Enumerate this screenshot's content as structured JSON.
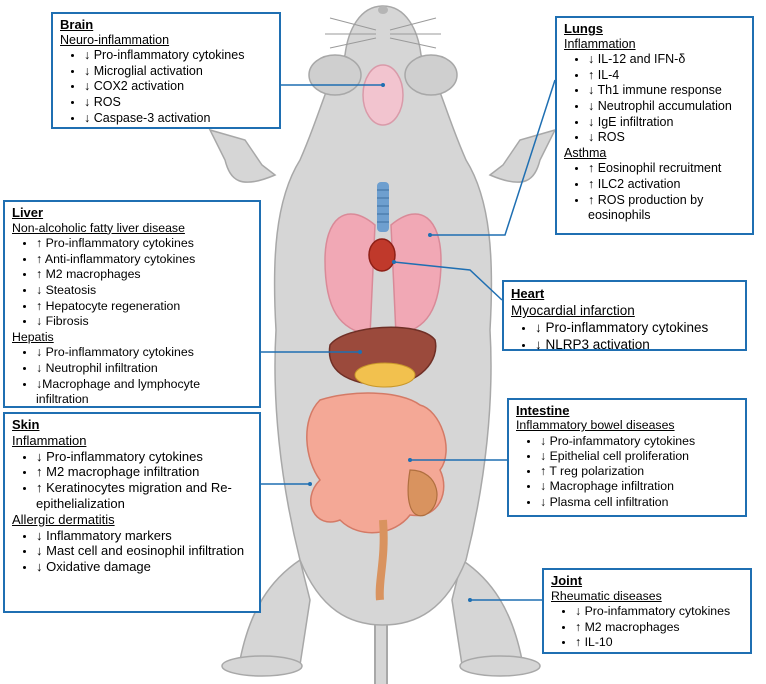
{
  "colors": {
    "box_border": "#1f6fb2",
    "leader_line": "#1f6fb2",
    "mouse_body": "#d6d6d6",
    "mouse_outline": "#a8a8a8"
  },
  "icons": [
    "mouse-illustration",
    "brain-icon",
    "lungs-icon",
    "heart-icon",
    "liver-icon",
    "intestine-icon",
    "trachea-icon"
  ],
  "boxes": {
    "brain": {
      "title": "Brain",
      "sections": [
        {
          "heading": "Neuro-inflammation",
          "items": [
            "↓ Pro-inflammatory cytokines",
            "↓ Microglial activation",
            "↓ COX2 activation",
            "↓ ROS",
            "↓ Caspase-3 activation"
          ]
        }
      ]
    },
    "lungs": {
      "title": "Lungs",
      "sections": [
        {
          "heading": "Inflammation",
          "items": [
            "↓ IL-12 and IFN-δ",
            "↑ IL-4",
            "↓ Th1 immune response",
            "↓ Neutrophil accumulation",
            "↓ IgE infiltration",
            "↓ ROS"
          ]
        },
        {
          "heading": "Asthma",
          "items": [
            "↑ Eosinophil recruitment",
            "↑ ILC2 activation",
            "↑ ROS production by eosinophils"
          ]
        }
      ]
    },
    "liver": {
      "title": "Liver",
      "sections": [
        {
          "heading": "Non-alcoholic fatty liver disease",
          "items": [
            "↑ Pro-inflammatory cytokines",
            "↑ Anti-inflammatory cytokines",
            "↑ M2 macrophages",
            "↓ Steatosis",
            "↑ Hepatocyte regeneration",
            "↓ Fibrosis"
          ]
        },
        {
          "heading": "Hepatis",
          "items": [
            "↓ Pro-inflammatory cytokines",
            "↓ Neutrophil infiltration",
            "↓Macrophage and lymphocyte infiltration"
          ]
        }
      ]
    },
    "heart": {
      "title": "Heart",
      "sections": [
        {
          "heading": "Myocardial infarction",
          "items": [
            "↓ Pro-inflammatory cytokines",
            "↓ NLRP3 activation"
          ]
        }
      ]
    },
    "skin": {
      "title": "Skin",
      "sections": [
        {
          "heading": "Inflammation",
          "items": [
            "↓ Pro-inflammatory cytokines",
            "↑ M2 macrophage infiltration",
            "↑ Keratinocytes migration and Re-epithelialization"
          ]
        },
        {
          "heading": "Allergic dermatitis",
          "items": [
            "↓ Inflammatory markers",
            "↓ Mast cell and eosinophil infiltration",
            "↓ Oxidative damage"
          ]
        }
      ]
    },
    "intestine": {
      "title": "Intestine",
      "sections": [
        {
          "heading": "Inflammatory bowel diseases",
          "items": [
            "↓ Pro-infammatory cytokines",
            "↓ Epithelial cell proliferation",
            "↑ T reg polarization",
            "↓ Macrophage infiltration",
            "↓ Plasma cell infiltration"
          ]
        }
      ]
    },
    "joint": {
      "title": "Joint",
      "sections": [
        {
          "heading": "Rheumatic  diseases",
          "items": [
            "↓ Pro-infammatory cytokines",
            "↑ M2 macrophages",
            "↑ IL-10"
          ]
        }
      ]
    }
  }
}
